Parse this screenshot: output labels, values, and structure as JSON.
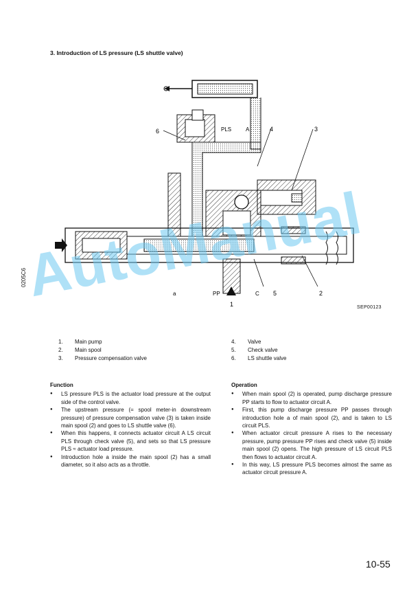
{
  "section": {
    "title": "3.   Introduction of LS pressure (LS shuttle valve)"
  },
  "figure": {
    "code": "SEP00123",
    "labels": {
      "pls": "PLS",
      "a_upper": "A",
      "n4": "4",
      "n3": "3",
      "n6": "6",
      "a_lower": "a",
      "pp": "PP",
      "n1": "1",
      "c": "C",
      "n5": "5",
      "n2": "2"
    }
  },
  "side_code": "0205C6",
  "watermark": "AutoManual",
  "parts_left": [
    {
      "num": "1.",
      "name": "Main pump"
    },
    {
      "num": "2.",
      "name": "Main spool"
    },
    {
      "num": "3.",
      "name": "Pressure compensation valve"
    }
  ],
  "parts_right": [
    {
      "num": "4.",
      "name": "Valve"
    },
    {
      "num": "5.",
      "name": "Check valve"
    },
    {
      "num": "6.",
      "name": "LS shuttle valve"
    }
  ],
  "function": {
    "heading": "Function",
    "items": [
      "LS pressure PLS is the actuator load pressure at the output side of the control valve.",
      "The upstream pressure (= spool meter-in downstream pressure) of pressure compensation valve (3) is taken inside main spool (2) and goes to LS shuttle valve (6).",
      "When this happens, it connects actuator circuit A LS circuit PLS through check valve (5), and sets so that LS pressure PLS ≈ actuator load pressure.",
      "Introduction hole a inside the main spool (2) has a small diameter, so it also acts as a throttle."
    ]
  },
  "operation": {
    "heading": "Operation",
    "items": [
      "When main spool (2) is operated, pump discharge pressure PP starts to flow to actuator circuit A.",
      "First, this pump discharge pressure PP passes through introduction hole a of main spool (2), and is taken to LS circuit PLS.",
      "When actuator circuit pressure A rises to the necessary pressure, pump pressure PP rises and check valve (5) inside main spool (2) opens. The high pressure of LS circuit PLS then flows to actuator circuit A.",
      "In this way, LS pressure PLS becomes almost the same as actuator circuit pressure A."
    ]
  },
  "page_number": "10-55"
}
